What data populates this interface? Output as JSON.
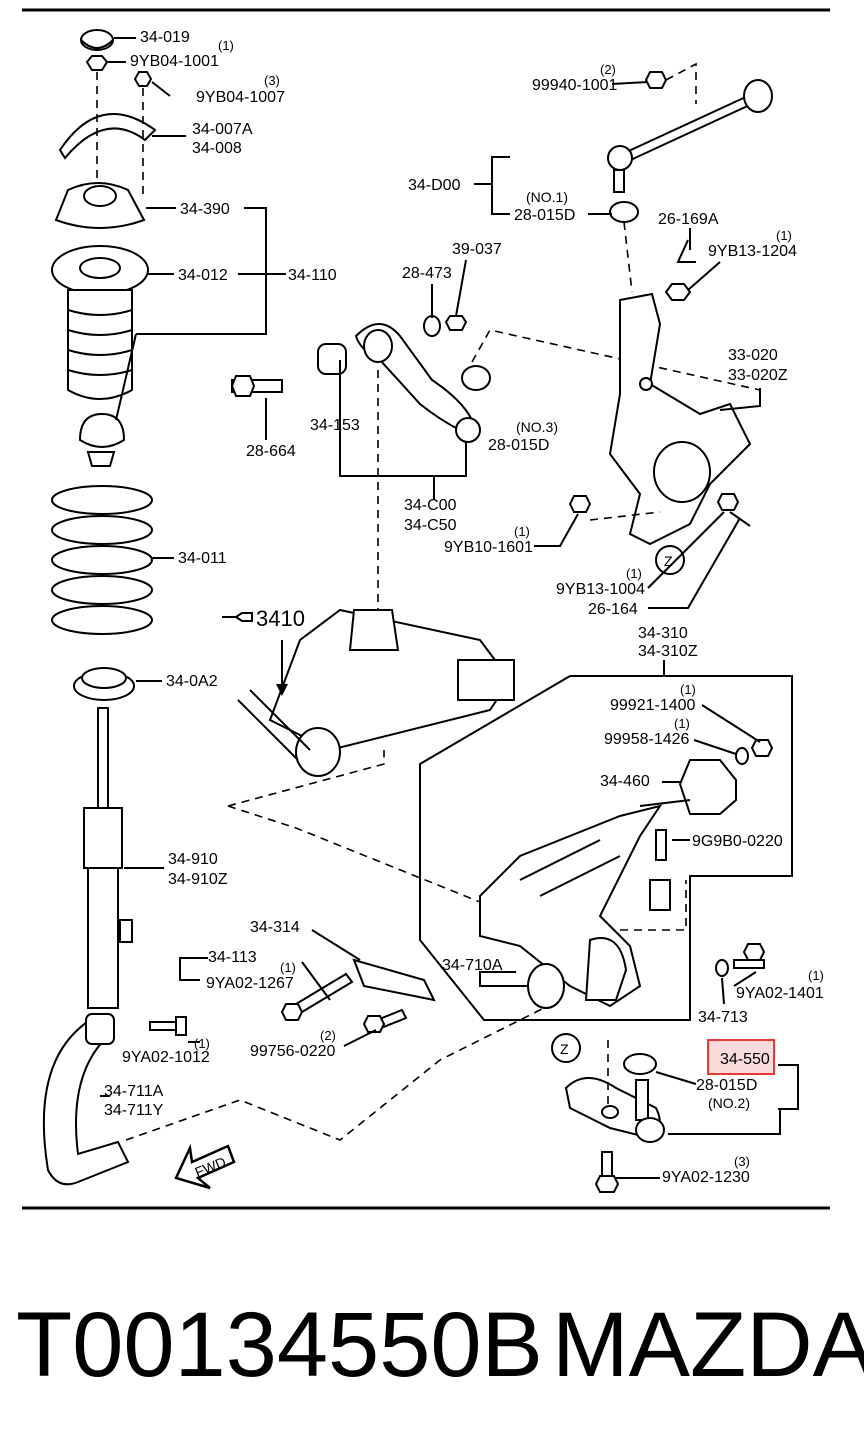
{
  "caption": {
    "part_number": "T00134550B",
    "brand": "MAZDA"
  },
  "highlight_color": "#e53935",
  "labels": {
    "p34_019": "34-019",
    "p9yb04_1001": "9YB04-1001",
    "q9yb04_1001": "(1)",
    "p9yb04_1007": "9YB04-1007",
    "q9yb04_1007": "(3)",
    "p34_007a": "34-007A",
    "p34_008": "34-008",
    "p34_390": "34-390",
    "p34_012": "34-012",
    "p34_110": "34-110",
    "p34_011": "34-011",
    "p3410": "3410",
    "p34_0a2": "34-0A2",
    "p34_910": "34-910",
    "p34_910z": "34-910Z",
    "p34_314": "34-314",
    "p34_113": "34-113",
    "p9ya02_1267": "9YA02-1267",
    "q9ya02_1267": "(1)",
    "p9ya02_1012": "9YA02-1012",
    "q9ya02_1012": "(1)",
    "p99756_0220": "99756-0220",
    "q99756_0220": "(2)",
    "p34_711a": "34-711A",
    "p34_711y": "34-711Y",
    "fwd": "FWD",
    "p99940_1001": "99940-1001",
    "q99940_1001": "(2)",
    "p34_d00": "34-D00",
    "no1": "(NO.1)",
    "p28_015d_1": "28-015D",
    "p26_169a": "26-169A",
    "p9yb13_1204": "9YB13-1204",
    "q9yb13_1204": "(1)",
    "p28_473": "28-473",
    "p39_037": "39-037",
    "p28_664": "28-664",
    "p34_153": "34-153",
    "no3": "(NO.3)",
    "p28_015d_3": "28-015D",
    "p33_020": "33-020",
    "p33_020z": "33-020Z",
    "p34_c00": "34-C00",
    "p34_c50": "34-C50",
    "p9yb10_1601": "9YB10-1601",
    "q9yb10_1601": "(1)",
    "p9yb13_1004": "9YB13-1004",
    "q9yb13_1004": "(1)",
    "p26_164": "26-164",
    "z1": "Z",
    "p34_310": "34-310",
    "p34_310z": "34-310Z",
    "p99921_1400": "99921-1400",
    "q99921_1400": "(1)",
    "p99958_1426": "99958-1426",
    "q99958_1426": "(1)",
    "p34_460": "34-460",
    "p9g9b0_0220": "9G9B0-0220",
    "p34_710a": "34-710A",
    "p9ya02_1401": "9YA02-1401",
    "q9ya02_1401": "(1)",
    "p34_713": "34-713",
    "z2": "Z",
    "p34_550": "34-550",
    "p28_015d_2": "28-015D",
    "no2": "(NO.2)",
    "p9ya02_1230": "9YA02-1230",
    "q9ya02_1230": "(3)"
  }
}
